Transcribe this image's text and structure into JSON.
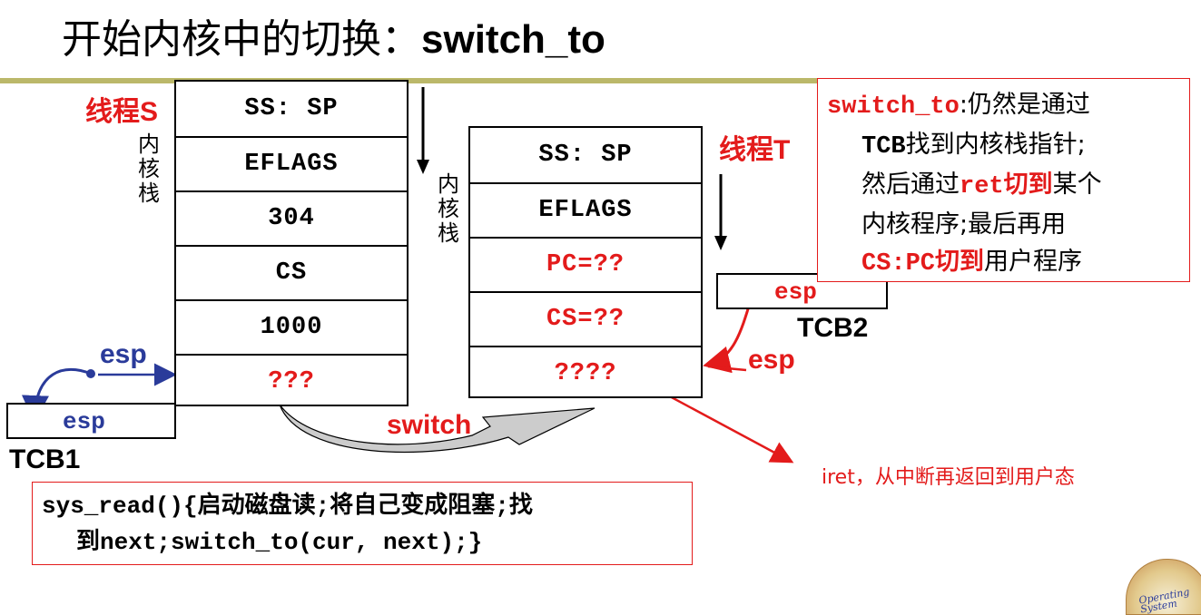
{
  "title": {
    "zh": "开始内核中的切换：",
    "latin": "switch_to"
  },
  "thread_s": {
    "label": "线程S",
    "side_label": [
      "内",
      "核",
      "栈"
    ],
    "cells": [
      "SS: SP",
      "EFLAGS",
      "304",
      "CS",
      "1000",
      "???"
    ]
  },
  "thread_t": {
    "label": "线程T",
    "side_label": [
      "内",
      "核",
      "栈"
    ],
    "cells": [
      "SS: SP",
      "EFLAGS",
      "PC=??",
      "CS=??",
      "????"
    ]
  },
  "tcb1": {
    "label": "TCB1",
    "field": "esp",
    "pointer": "esp"
  },
  "tcb2": {
    "label": "TCB2",
    "field": "esp",
    "pointer": "esp"
  },
  "switch_label": "switch",
  "note": {
    "line1_kw": "switch_to",
    "line1_rest": ":仍然是通过",
    "line2_kw": "TCB",
    "line2_rest": "找到内核栈指针;",
    "line3_a": "然后通过",
    "line3_kw": "ret切到",
    "line3_b": "某个",
    "line4": "内核程序;最后再用",
    "line5_kw": "CS:PC切到",
    "line5_rest": "用户程序"
  },
  "iret_note": "iret，从中断再返回到用户态",
  "code": {
    "line1": "sys_read(){启动磁盘读;将自己变成阻塞;找",
    "line2": "到next;switch_to(cur, next);}"
  },
  "logo": "Operating System",
  "colors": {
    "red": "#e31b1b",
    "blue": "#2a3b9a",
    "rule": "#bbb86a"
  }
}
